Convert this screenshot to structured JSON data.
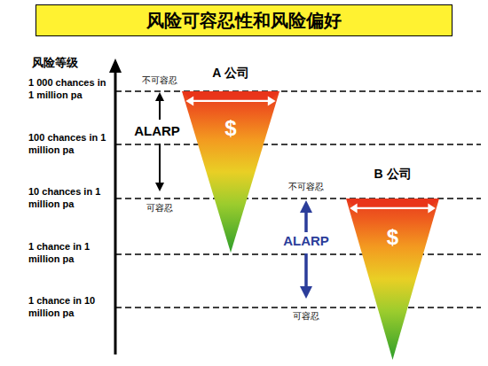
{
  "diagram": {
    "title": "风险可容忍性和风险偏好",
    "nodes": [
      {
        "text": [
          "A 公司",
          "$"
        ]
      },
      {
        "text": [
          "B 公司",
          "$"
        ]
      }
    ],
    "labels": [
      "风险等级",
      "1 000 chances in 1 million pa",
      "100 chances in 1 million pa",
      "10 chances in 1 million pa",
      "1 chance in 1 million pa",
      "1 chance in 10 million pa",
      "不可容忍",
      "ALARP",
      "可容忍",
      "不可容忍",
      "ALARP",
      "可容忍"
    ]
  }
}
